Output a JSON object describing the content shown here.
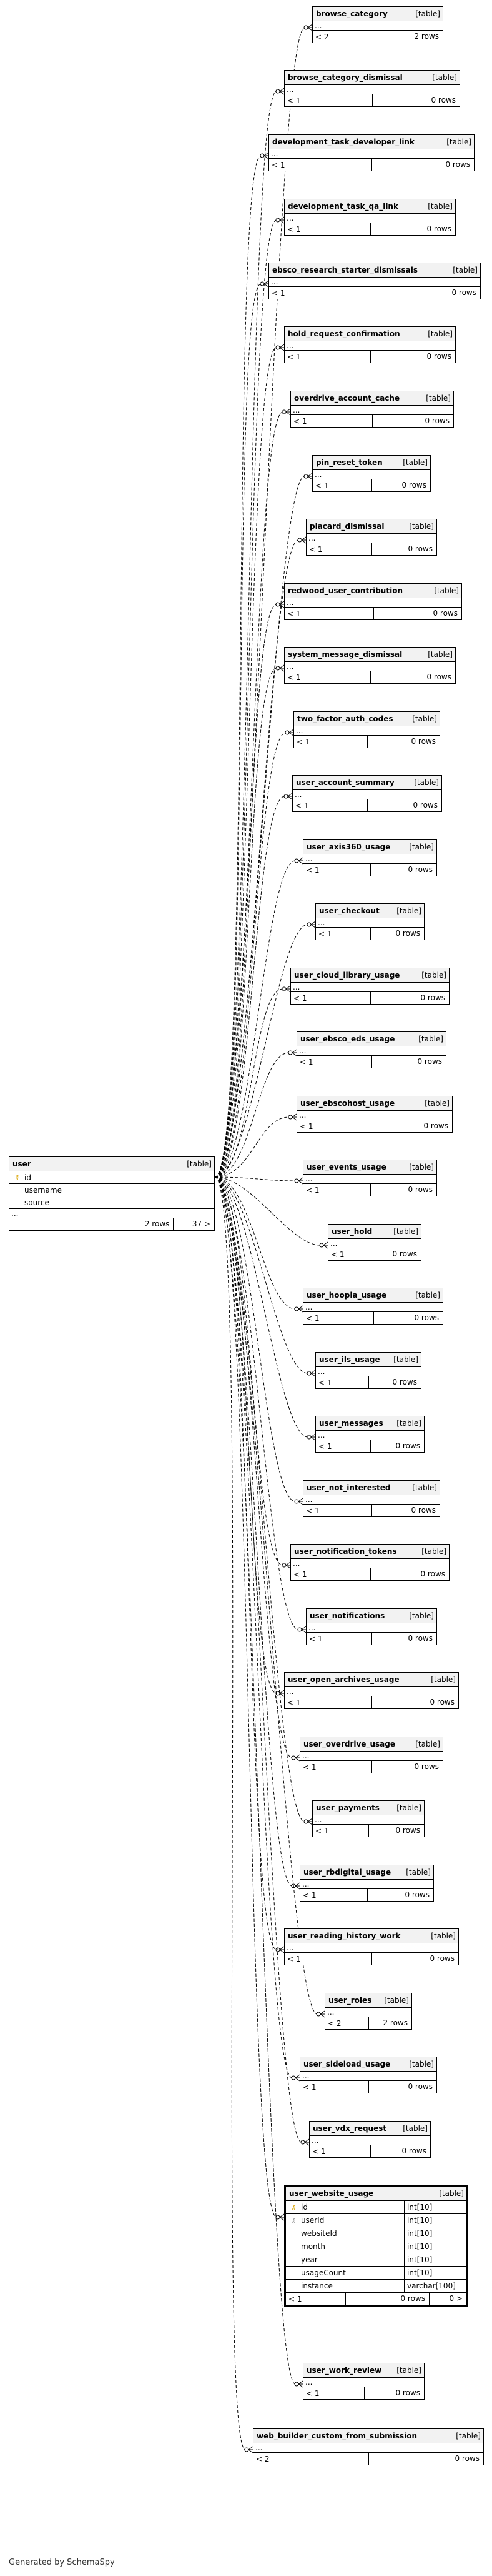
{
  "user_table": {
    "name": "user",
    "kind": "[table]",
    "columns": [
      "id",
      "username",
      "source"
    ],
    "more": "...",
    "rows": "2 rows",
    "refs": "37 >"
  },
  "related_tables": [
    {
      "name": "browse_category",
      "kind": "[table]",
      "parents": "< 2",
      "rows": "2 rows"
    },
    {
      "name": "browse_category_dismissal",
      "kind": "[table]",
      "parents": "< 1",
      "rows": "0 rows"
    },
    {
      "name": "development_task_developer_link",
      "kind": "[table]",
      "parents": "< 1",
      "rows": "0 rows"
    },
    {
      "name": "development_task_qa_link",
      "kind": "[table]",
      "parents": "< 1",
      "rows": "0 rows"
    },
    {
      "name": "ebsco_research_starter_dismissals",
      "kind": "[table]",
      "parents": "< 1",
      "rows": "0 rows"
    },
    {
      "name": "hold_request_confirmation",
      "kind": "[table]",
      "parents": "< 1",
      "rows": "0 rows"
    },
    {
      "name": "overdrive_account_cache",
      "kind": "[table]",
      "parents": "< 1",
      "rows": "0 rows"
    },
    {
      "name": "pin_reset_token",
      "kind": "[table]",
      "parents": "< 1",
      "rows": "0 rows"
    },
    {
      "name": "placard_dismissal",
      "kind": "[table]",
      "parents": "< 1",
      "rows": "0 rows"
    },
    {
      "name": "redwood_user_contribution",
      "kind": "[table]",
      "parents": "< 1",
      "rows": "0 rows"
    },
    {
      "name": "system_message_dismissal",
      "kind": "[table]",
      "parents": "< 1",
      "rows": "0 rows"
    },
    {
      "name": "two_factor_auth_codes",
      "kind": "[table]",
      "parents": "< 1",
      "rows": "0 rows"
    },
    {
      "name": "user_account_summary",
      "kind": "[table]",
      "parents": "< 1",
      "rows": "0 rows"
    },
    {
      "name": "user_axis360_usage",
      "kind": "[table]",
      "parents": "< 1",
      "rows": "0 rows"
    },
    {
      "name": "user_checkout",
      "kind": "[table]",
      "parents": "< 1",
      "rows": "0 rows"
    },
    {
      "name": "user_cloud_library_usage",
      "kind": "[table]",
      "parents": "< 1",
      "rows": "0 rows"
    },
    {
      "name": "user_ebsco_eds_usage",
      "kind": "[table]",
      "parents": "< 1",
      "rows": "0 rows"
    },
    {
      "name": "user_ebscohost_usage",
      "kind": "[table]",
      "parents": "< 1",
      "rows": "0 rows"
    },
    {
      "name": "user_events_usage",
      "kind": "[table]",
      "parents": "< 1",
      "rows": "0 rows"
    },
    {
      "name": "user_hold",
      "kind": "[table]",
      "parents": "< 1",
      "rows": "0 rows"
    },
    {
      "name": "user_hoopla_usage",
      "kind": "[table]",
      "parents": "< 1",
      "rows": "0 rows"
    },
    {
      "name": "user_ils_usage",
      "kind": "[table]",
      "parents": "< 1",
      "rows": "0 rows"
    },
    {
      "name": "user_messages",
      "kind": "[table]",
      "parents": "< 1",
      "rows": "0 rows"
    },
    {
      "name": "user_not_interested",
      "kind": "[table]",
      "parents": "< 1",
      "rows": "0 rows"
    },
    {
      "name": "user_notification_tokens",
      "kind": "[table]",
      "parents": "< 1",
      "rows": "0 rows"
    },
    {
      "name": "user_notifications",
      "kind": "[table]",
      "parents": "< 1",
      "rows": "0 rows"
    },
    {
      "name": "user_open_archives_usage",
      "kind": "[table]",
      "parents": "< 1",
      "rows": "0 rows"
    },
    {
      "name": "user_overdrive_usage",
      "kind": "[table]",
      "parents": "< 1",
      "rows": "0 rows"
    },
    {
      "name": "user_payments",
      "kind": "[table]",
      "parents": "< 1",
      "rows": "0 rows"
    },
    {
      "name": "user_rbdigital_usage",
      "kind": "[table]",
      "parents": "< 1",
      "rows": "0 rows"
    },
    {
      "name": "user_reading_history_work",
      "kind": "[table]",
      "parents": "< 1",
      "rows": "0 rows"
    },
    {
      "name": "user_roles",
      "kind": "[table]",
      "parents": "< 2",
      "rows": "2 rows"
    },
    {
      "name": "user_sideload_usage",
      "kind": "[table]",
      "parents": "< 1",
      "rows": "0 rows"
    },
    {
      "name": "user_vdx_request",
      "kind": "[table]",
      "parents": "< 1",
      "rows": "0 rows"
    }
  ],
  "focus_table": {
    "name": "user_website_usage",
    "kind": "[table]",
    "columns": [
      {
        "name": "id",
        "type": "int[10]",
        "key": "primary"
      },
      {
        "name": "userId",
        "type": "int[10]",
        "key": "foreign"
      },
      {
        "name": "websiteId",
        "type": "int[10]",
        "key": ""
      },
      {
        "name": "month",
        "type": "int[10]",
        "key": ""
      },
      {
        "name": "year",
        "type": "int[10]",
        "key": ""
      },
      {
        "name": "usageCount",
        "type": "int[10]",
        "key": ""
      },
      {
        "name": "instance",
        "type": "varchar[100]",
        "key": ""
      }
    ],
    "parents": "< 1",
    "rows": "0 rows",
    "children": "0 >"
  },
  "trailing_tables": [
    {
      "name": "user_work_review",
      "kind": "[table]",
      "parents": "< 1",
      "rows": "0 rows"
    },
    {
      "name": "web_builder_custom_from_submission",
      "kind": "[table]",
      "parents": "< 2",
      "rows": "0 rows"
    }
  ],
  "more_marker": "...",
  "footer": "Generated by SchemaSpy",
  "colors": {
    "line": "#000000",
    "header_bg": "#f2f2f2",
    "pk_icon": "#d9a400"
  }
}
